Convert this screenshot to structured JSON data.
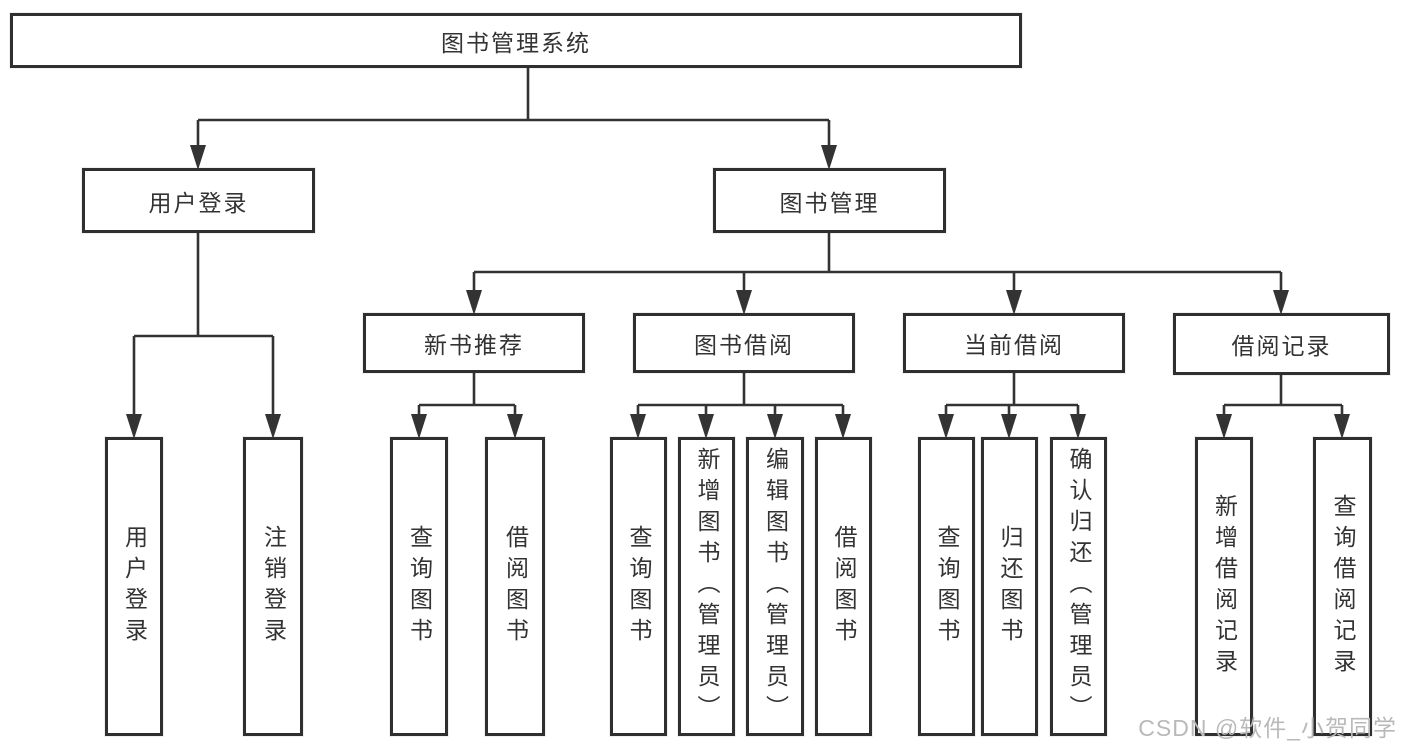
{
  "nodes": {
    "root": "图书管理系统",
    "user_login": {
      "label": "用户登录",
      "children": {
        "login": "用户登录",
        "logout": "注销登录"
      }
    },
    "book_mgmt": {
      "label": "图书管理"
    },
    "new_book_rec": {
      "label": "新书推荐",
      "children": {
        "query": "查询图书",
        "borrow": "借阅图书"
      }
    },
    "book_borrow": {
      "label": "图书借阅",
      "children": {
        "query": "查询图书",
        "add": "新增图书（管理员）",
        "edit": "编辑图书（管理员）",
        "borrow": "借阅图书"
      }
    },
    "current_borrow": {
      "label": "当前借阅",
      "children": {
        "query": "查询图书",
        "return": "归还图书",
        "confirm_return": "确认归还（管理员）"
      }
    },
    "borrow_record": {
      "label": "借阅记录",
      "children": {
        "add": "新增借阅记录",
        "query": "查询借阅记录"
      }
    }
  },
  "watermark": "CSDN @软件_小贺同学",
  "colors": {
    "line": "#333333",
    "border": "#2f2f2f",
    "text": "#333333",
    "watermark": "#b9b9b9",
    "background": "#ffffff"
  }
}
